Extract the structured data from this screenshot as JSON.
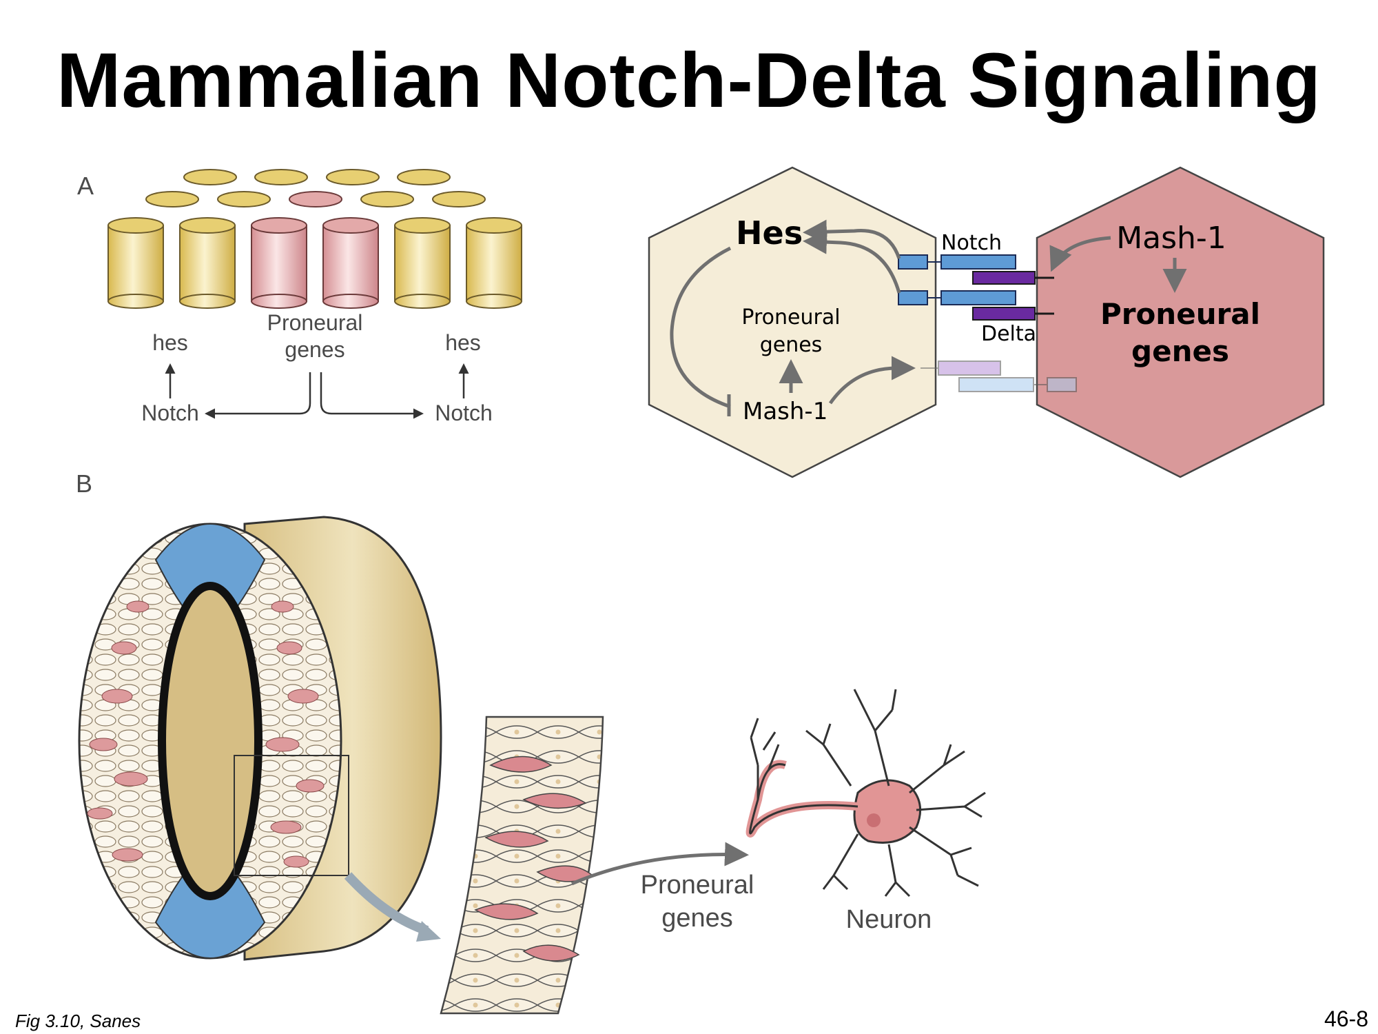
{
  "title": "Mammalian Notch-Delta Signaling",
  "panel_a": {
    "label": "A",
    "hes_left": "hes",
    "hes_right": "hes",
    "notch_left": "Notch",
    "notch_right": "Notch",
    "proneural_line1": "Proneural",
    "proneural_line2": "genes"
  },
  "signaling": {
    "hes": "Hes",
    "notch": "Notch",
    "delta": "Delta",
    "proneural_left_line1": "Proneural",
    "proneural_left_line2": "genes",
    "mash1_left": "Mash-1",
    "mash1_right": "Mash-1",
    "proneural_right_line1": "Proneural",
    "proneural_right_line2": "genes"
  },
  "panel_b": {
    "label": "B",
    "proneural_line1": "Proneural",
    "proneural_line2": "genes",
    "neuron": "Neuron"
  },
  "colors": {
    "yellow_cell": "#e7cf72",
    "pink_cell": "#e3a9a9",
    "hex_left": "#f5edd8",
    "hex_right": "#d9999a",
    "notch_blue": "#5e9bd6",
    "delta_purple": "#6a2aa0",
    "tube_tan": "#dcc58c",
    "tube_blue": "#6aa2d4",
    "neuron_pink": "#e19595"
  },
  "footer": {
    "citation": "Fig 3.10, Sanes",
    "slide_number": "46-8"
  }
}
